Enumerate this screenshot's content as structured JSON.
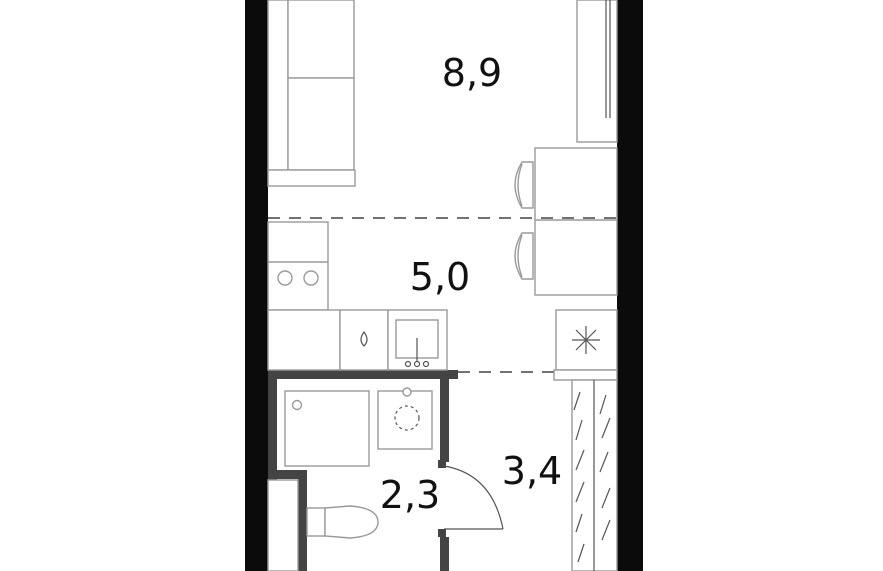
{
  "rooms": {
    "living": {
      "area": "8,9"
    },
    "kitchen": {
      "area": "5,0"
    },
    "bathroom": {
      "area": "2,3"
    },
    "hallway": {
      "area": "3,4"
    }
  },
  "colors": {
    "wall": "#0b0b0b",
    "partition": "#444444",
    "furniture_stroke": "#9a9a9a",
    "background": "#ffffff"
  }
}
